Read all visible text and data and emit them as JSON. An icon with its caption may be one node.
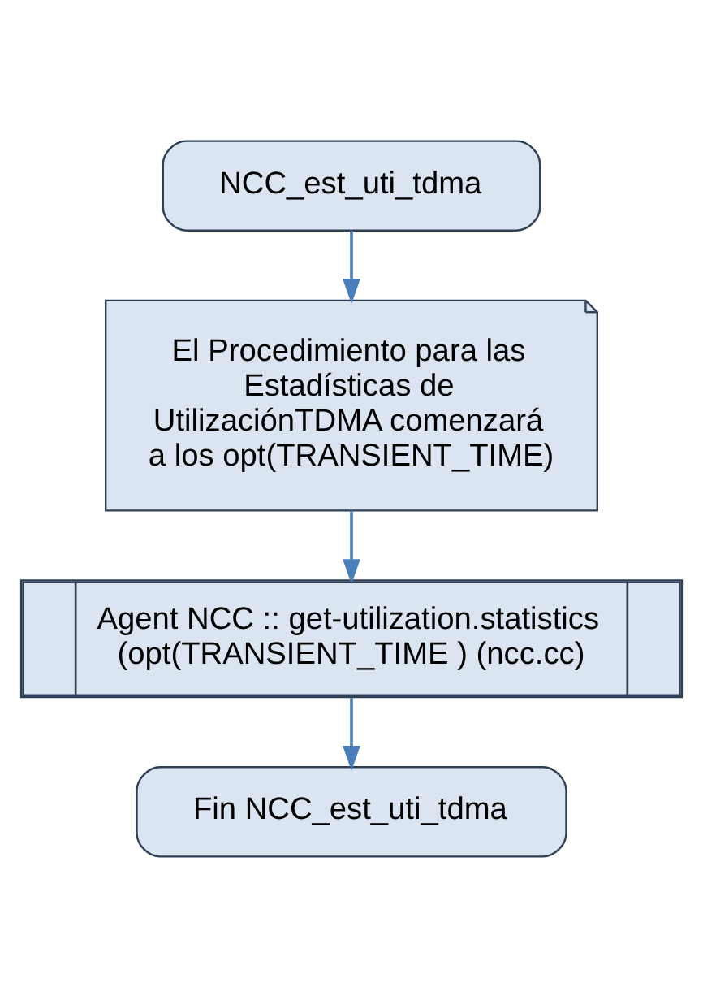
{
  "diagram": {
    "nodes": [
      {
        "text": [
          "NCC_est_uti_tdma"
        ]
      },
      {
        "text": [
          "El Procedimiento para las Estadísticas de UtilizaciónTDMA comenzará a los opt(TRANSIENT_TIME)"
        ]
      },
      {
        "text": [
          "Agent NCC :: get-utilization.statistics (opt(TRANSIENT_TIME ) (ncc.cc)"
        ]
      },
      {
        "text": [
          "Fin NCC_est_uti_tdma"
        ]
      }
    ],
    "edges": [
      {
        "from": 0,
        "to": 1,
        "arrow": "to"
      },
      {
        "from": 1,
        "to": 2,
        "arrow": "to"
      },
      {
        "from": 2,
        "to": 3,
        "arrow": "to"
      }
    ]
  }
}
